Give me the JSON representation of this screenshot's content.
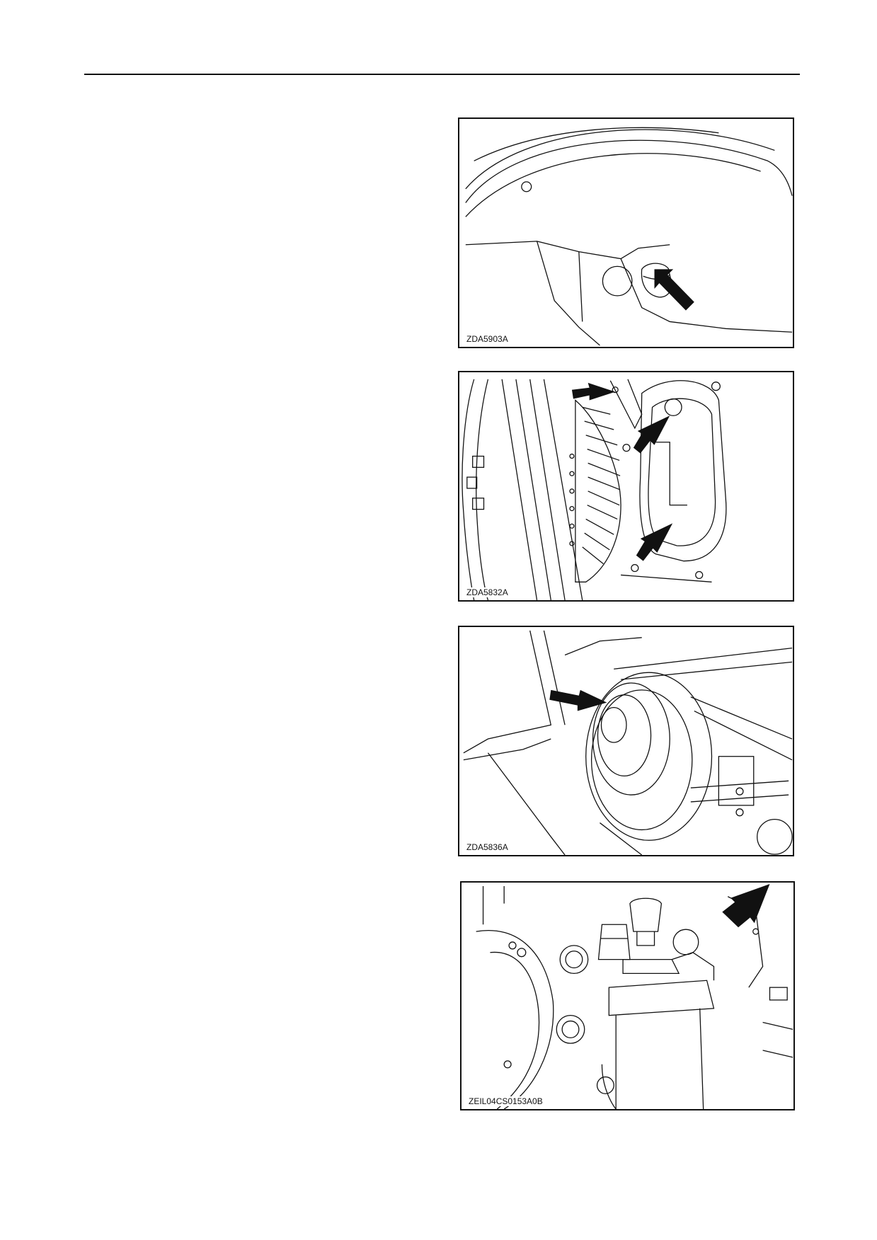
{
  "figures": [
    {
      "code": "ZDA5903A",
      "arrows": 1
    },
    {
      "code": "ZDA5832A",
      "arrows": 3
    },
    {
      "code": "ZDA5836A",
      "arrows": 1
    },
    {
      "code": "ZEIL04CS0153A0B",
      "arrows": 1
    }
  ]
}
